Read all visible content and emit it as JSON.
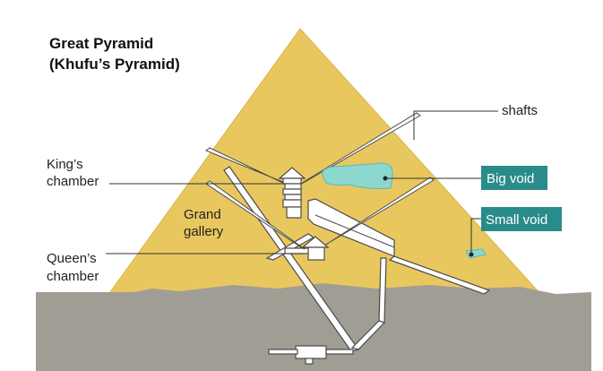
{
  "title": {
    "line1": "Great Pyramid",
    "line2": "(Khufu’s Pyramid)"
  },
  "labels": {
    "kings_line1": "King’s",
    "kings_line2": "chamber",
    "grand_line1": "Grand",
    "grand_line2": "gallery",
    "queens_line1": "Queen’s",
    "queens_line2": "chamber",
    "shafts": "shafts",
    "big_void": "Big void",
    "small_void": "Small void"
  },
  "colors": {
    "pyramid": "#e9c75f",
    "ground": "#a09e94",
    "void_fill": "#8cd8cf",
    "void_label_bg": "#2a8c8a",
    "passage": "#ffffff",
    "stroke": "#4a4a4a"
  }
}
